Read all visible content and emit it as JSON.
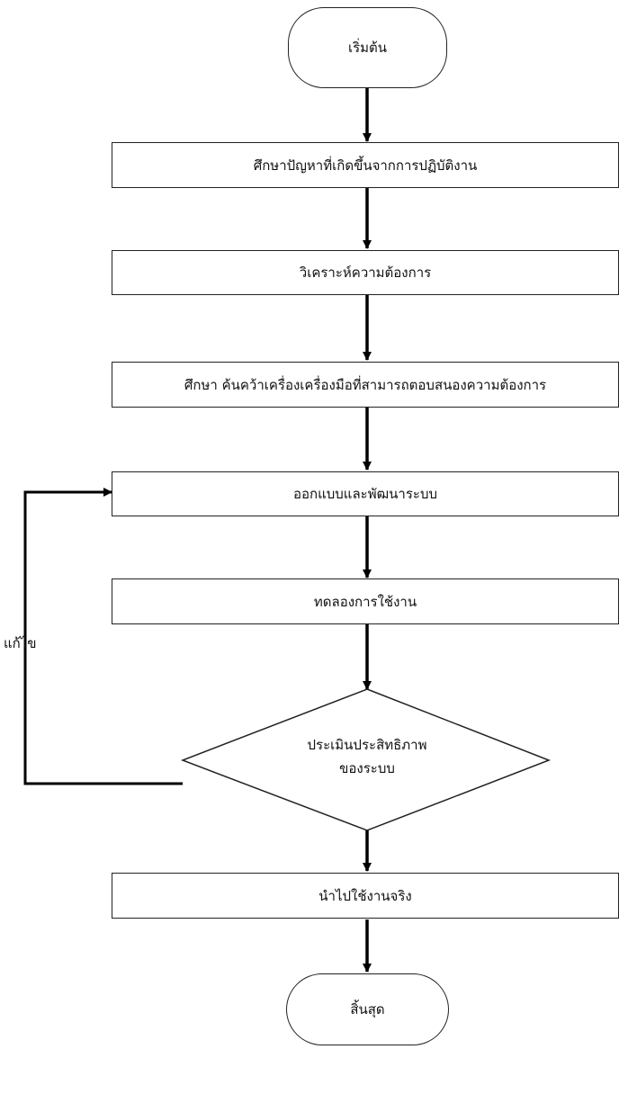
{
  "flowchart": {
    "start": "เริ่มต้น",
    "steps": [
      "ศึกษาปัญหาที่เกิดขึ้นจากการปฏิบัติงาน",
      "วิเคราะห์ความต้องการ",
      "ศึกษา  ค้นคว้าเครื่องเครื่องมือที่สามารถตอบสนองความต้องการ",
      "ออกแบบและพัฒนาระบบ",
      "ทดลองการใช้งาน"
    ],
    "decision_line1": "ประเมินประสิทธิภาพ",
    "decision_line2": "ของระบบ",
    "loop_label": "แก้ไข",
    "final_step": "นำไปใช้งานจริง",
    "end": "สิ้นสุด"
  }
}
